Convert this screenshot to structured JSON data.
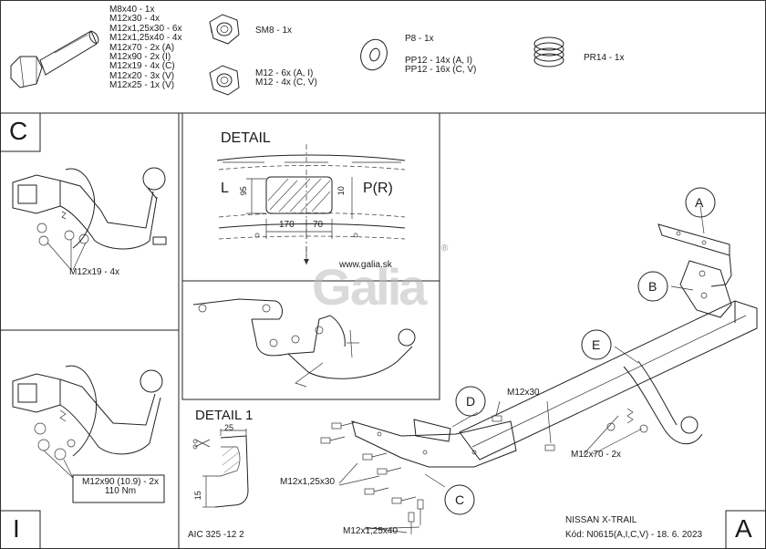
{
  "parts": {
    "bolts_list": [
      "M8x40 - 1x",
      "M12x30 - 4x",
      "M12x1,25x30 - 6x",
      "M12x1,25x40 - 4x",
      "M12x70 - 2x (A)",
      "M12x90 - 2x (I)",
      "M12x19 - 4x (C)",
      "M12x20 - 3x (V)",
      "M12x25 - 1x (V)"
    ],
    "sm8": "SM8 - 1x",
    "m12_lines": [
      "M12 - 6x (A, I)",
      "M12 - 4x (C, V)"
    ],
    "p8": "P8 - 1x",
    "pp12_lines": [
      "PP12 - 14x (A, I)",
      "PP12 - 16x (C, V)"
    ],
    "pr14": "PR14 - 1x"
  },
  "panels": {
    "c_label": "C",
    "i_label": "I",
    "a_label": "A",
    "c_bolt": "M12x19 - 4x",
    "i_bolt_lines": [
      "M12x90 (10.9) - 2x",
      "110 Nm"
    ]
  },
  "detail": {
    "title": "DETAIL",
    "left": "L",
    "right": "P(R)",
    "dim_95": "95",
    "dim_10": "10",
    "dim_170": "170",
    "dim_70": "70"
  },
  "watermark": {
    "url": "www.galia.sk",
    "brand": "Galia",
    "reg": "®"
  },
  "detail1": {
    "title": "DETAIL 1",
    "dim_25": "25",
    "dim_15": "15"
  },
  "callouts": {
    "a": "A",
    "b": "B",
    "e": "E",
    "d": "D",
    "c": "C"
  },
  "labels": {
    "m12x30": "M12x30",
    "m12x70": "M12x70 - 2x",
    "m12x125x30": "M12x1,25x30",
    "m12x125x40": "M12x1,25x40"
  },
  "footer": {
    "code_left": "AIC 325 -12 2",
    "vehicle": "NISSAN X-TRAIL",
    "code": "Kód: N0615(A,I,C,V) - 18. 6. 2023"
  }
}
